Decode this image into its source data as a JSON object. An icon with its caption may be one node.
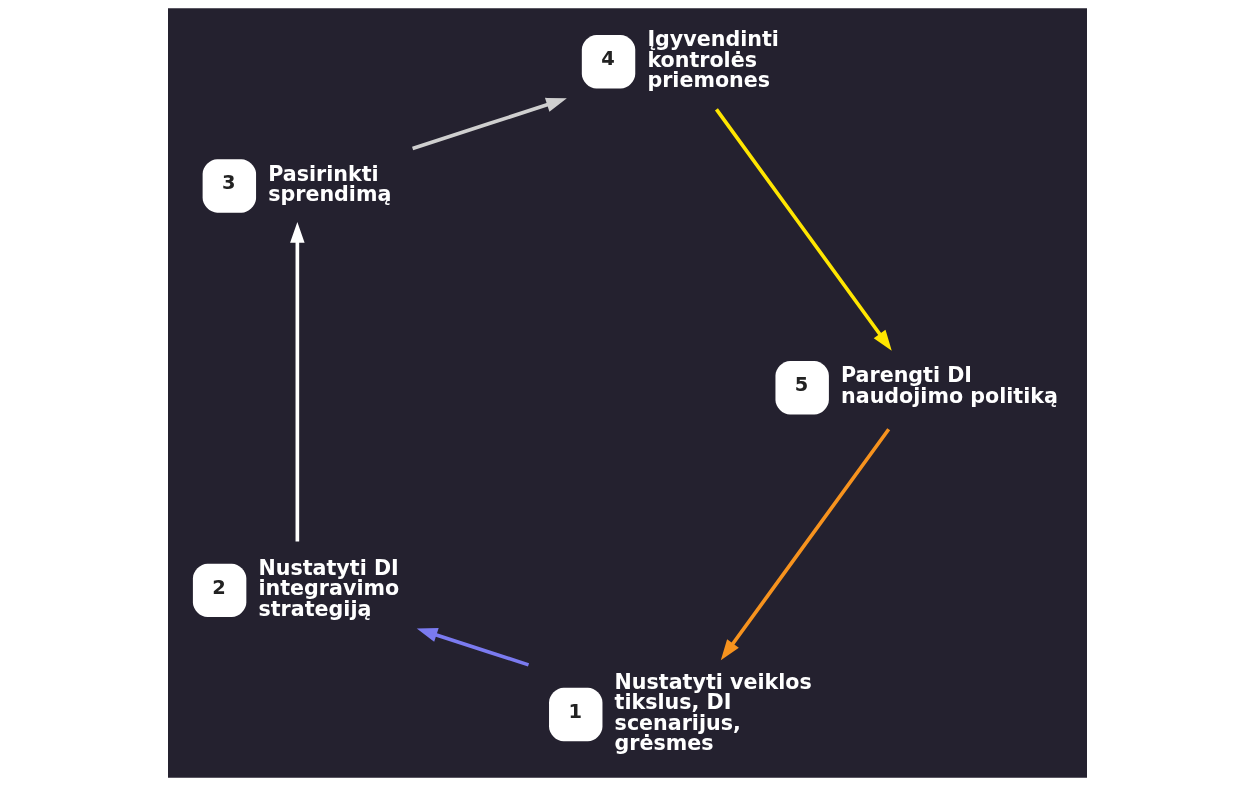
{
  "diagram": {
    "nodes": [
      {
        "text": [
          "1"
        ],
        "beside": [
          "Nustatyti veiklos tikslus, DI scenarijus, grėsmes"
        ]
      },
      {
        "text": [
          "2"
        ],
        "beside": [
          "Nustatyti DI integravimo strategiją"
        ]
      },
      {
        "text": [
          "3"
        ],
        "beside": [
          "Pasirinkti sprendimą"
        ]
      },
      {
        "text": [
          "4"
        ],
        "beside": [
          "Įgyvendinti kontrolės priemones"
        ]
      },
      {
        "text": [
          "5"
        ],
        "beside": [
          "Parengti DI naudojimo politiką"
        ]
      }
    ],
    "edges": [
      {
        "from": 4,
        "to": 0,
        "arrow": "to",
        "color": "#f7931e"
      },
      {
        "from": 0,
        "to": 1,
        "arrow": "to",
        "color": "#7b7bf0"
      },
      {
        "from": 1,
        "to": 2,
        "arrow": "to",
        "color": "#ffffff"
      },
      {
        "from": 2,
        "to": 3,
        "arrow": "to",
        "color": "#cfcfcf"
      },
      {
        "from": 3,
        "to": 4,
        "arrow": "to",
        "color": "#ffe600"
      }
    ]
  }
}
